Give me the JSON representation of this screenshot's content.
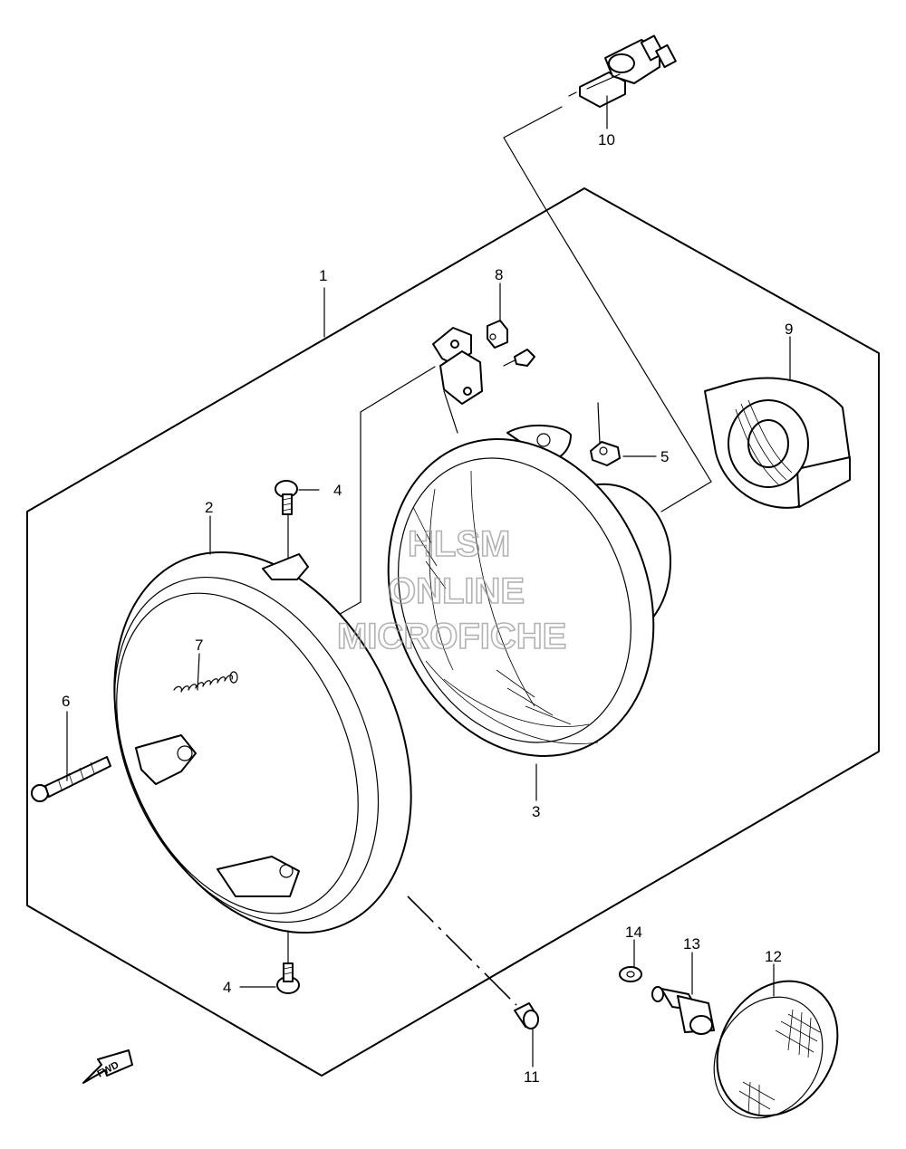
{
  "watermark": {
    "line1": "HLSM",
    "line2": "ONLINE",
    "line3": "MICROFICHE"
  },
  "direction_label": "FWD",
  "callouts": {
    "c1": "1",
    "c2": "2",
    "c3": "3",
    "c4a": "4",
    "c4b": "4",
    "c5": "5",
    "c6": "6",
    "c7": "7",
    "c8": "8",
    "c9": "9",
    "c10": "10",
    "c11": "11",
    "c12": "12",
    "c13": "13",
    "c14": "14"
  }
}
